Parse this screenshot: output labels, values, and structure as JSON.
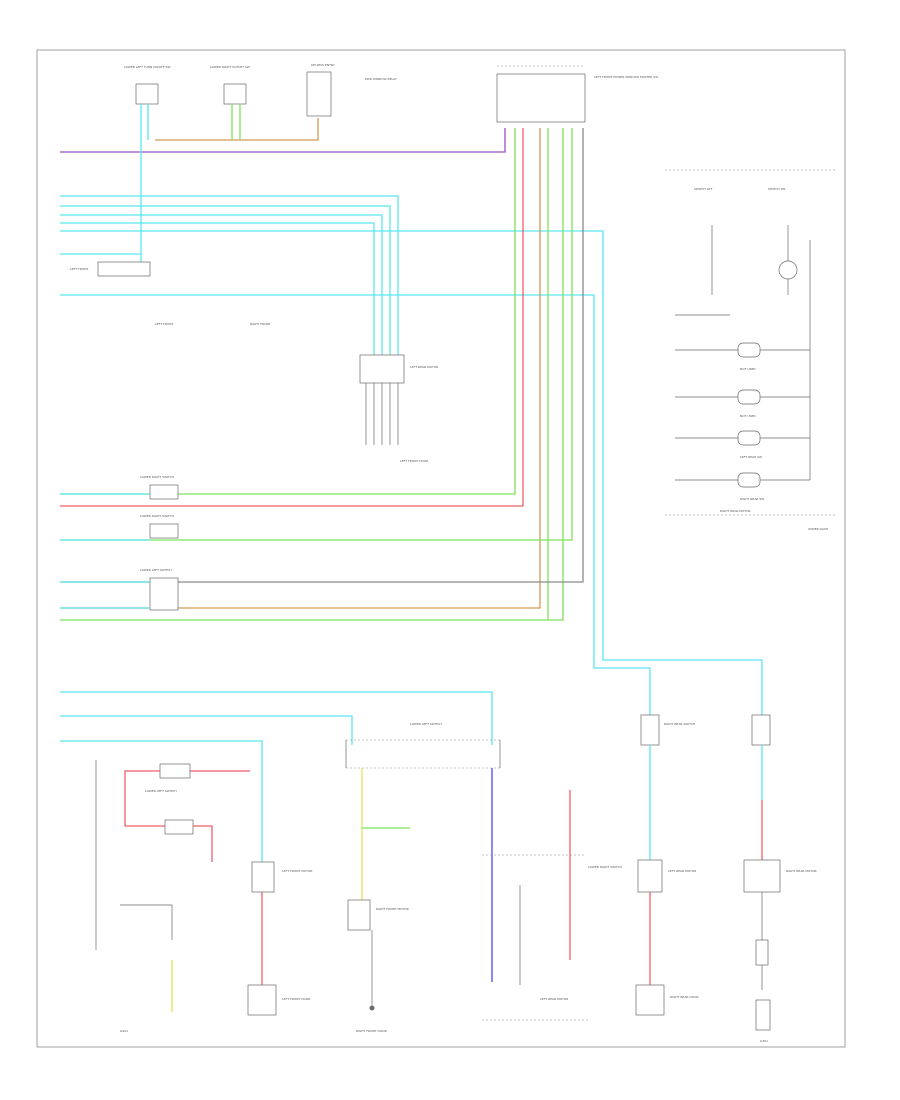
{
  "colors": {
    "cyan": "#5ae6f0",
    "purple": "#9b4fc2",
    "green": "#7fe35a",
    "red": "#ee5f6a",
    "orange": "#d79a50",
    "yellow": "#e6e25a",
    "blue": "#4a4af0",
    "gray": "#6a6a6a"
  },
  "texts": {
    "top_left_switch": "LOWER LEFT TURN ON/OFF SW",
    "top_mid_switch": "LOWER RIGHT OUTLET SW",
    "top_keyless": "KEYLESS ENTRY",
    "top_right_relay": "PWR WINDOW RELAY",
    "main_unit": "LEFT FRONT POWER WINDOW MASTER SW",
    "legend_a": "SWITCH OFF",
    "legend_b": "SWITCH ON",
    "legend_1": "NOT USED",
    "legend_2": "NOT USED",
    "legend_3": "LEFT REAR SW",
    "legend_4": "RIGHT REAR SW",
    "legend_title": "RIGHT REAR MOTOR",
    "legend_note": "UNDER DASH",
    "conn_left": "LEFT FRONT",
    "conn_right": "RIGHT FRONT",
    "grid_switch": "LEFT REAR MOTOR",
    "grid_sub": "LEFT FRONT DOOR",
    "row1_switch": "LOWER RIGHT SWITCH",
    "row2_switch": "LOWER RIGHT SWITCH",
    "row3_switch": "LOWER LEFT SWITCH",
    "bl_switch": "LOWER LEFT SWITCH",
    "bl_motor": "LEFT FRONT MOTOR",
    "bl_ground": "LEFT FRONT DOOR",
    "bm_switch": "LOWER LEFT SWITCH",
    "bm_motor": "RIGHT FRONT MOTOR",
    "bm_ground": "RIGHT FRONT DOOR",
    "br_sw1": "LOWER RIGHT SWITCH",
    "br_sw2": "RIGHT REAR SWITCH",
    "br_motor1": "LEFT REAR MOTOR",
    "br_motor2": "RIGHT REAR MOTOR",
    "br_ground": "RIGHT REAR DOOR",
    "bottom_left": "G201",
    "bottom_right": "G301"
  }
}
